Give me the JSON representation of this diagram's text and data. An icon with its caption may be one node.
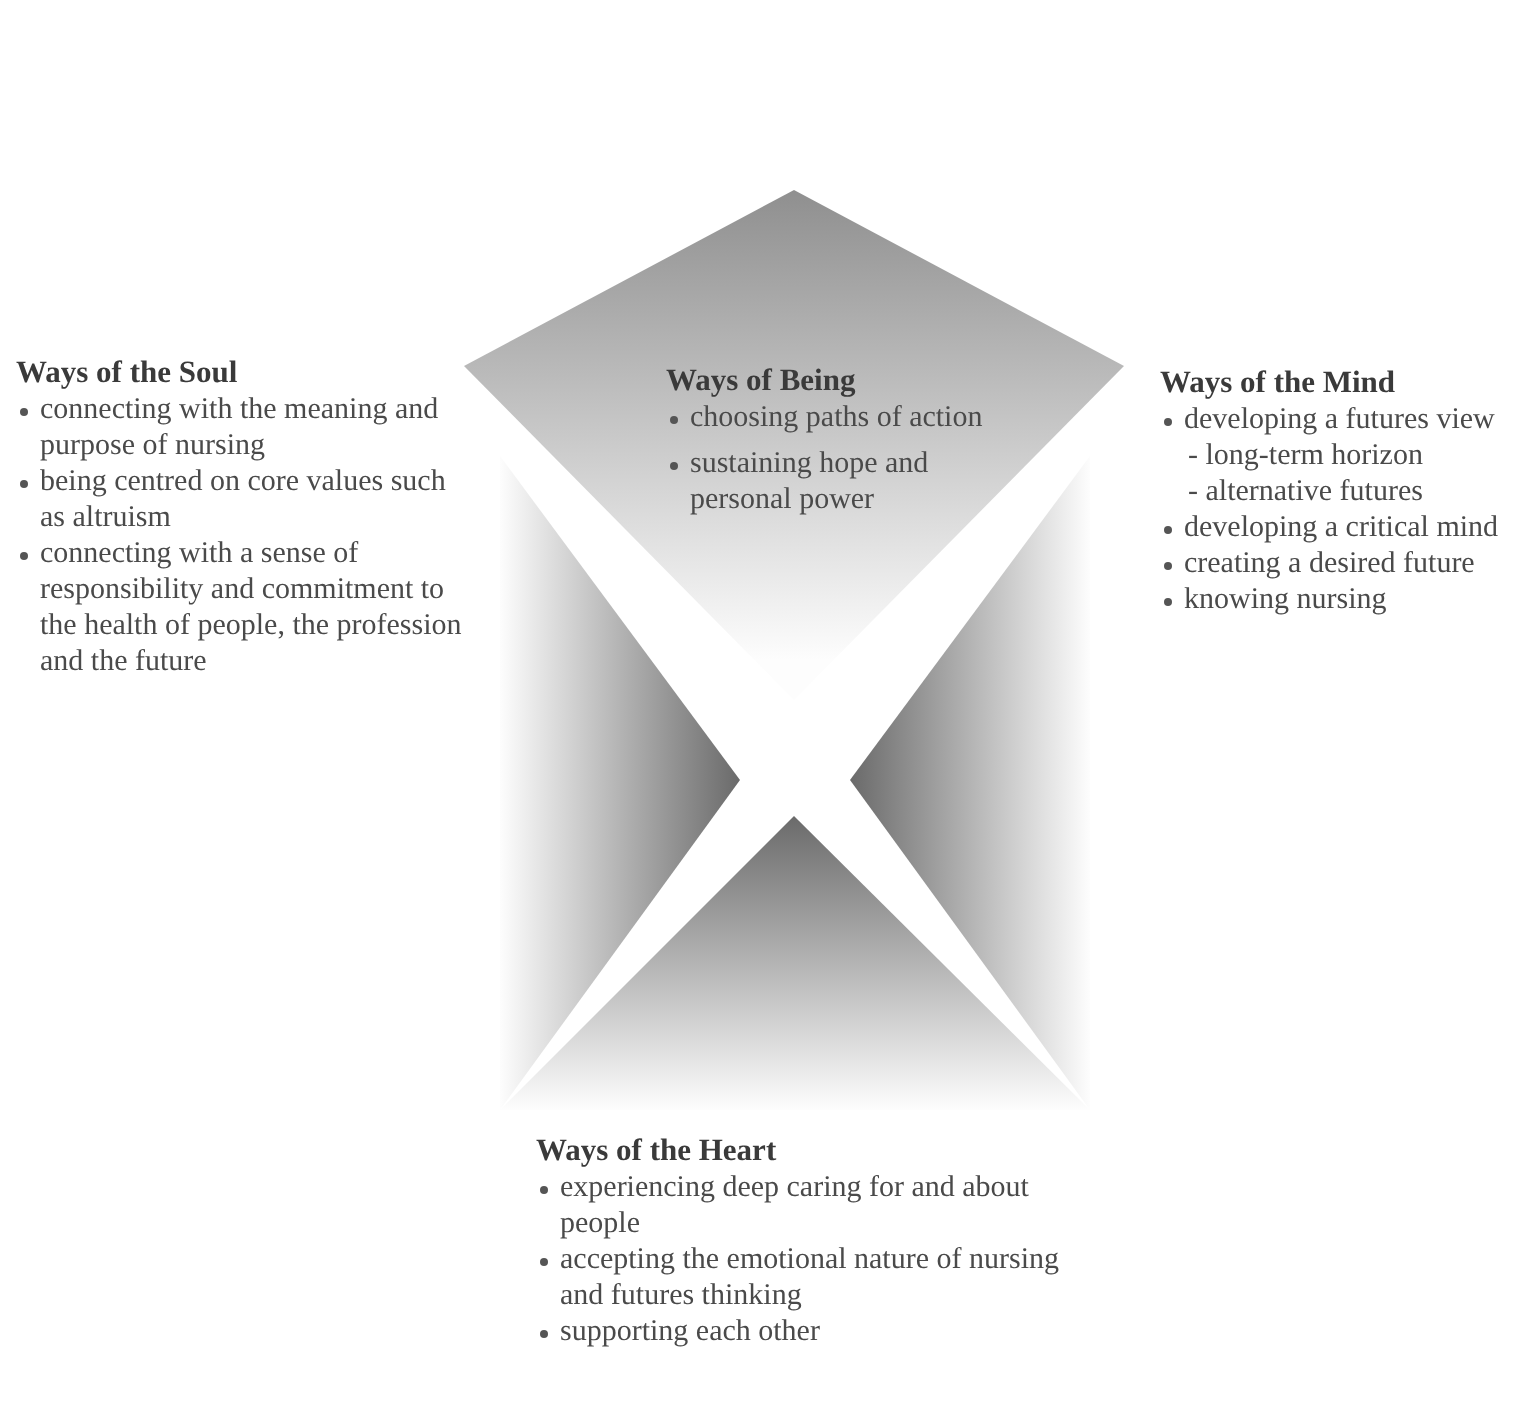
{
  "diagram": {
    "nodes": [
      {
        "text": [
          "Ways of Being",
          "choosing paths of action",
          "sustaining hope and personal power"
        ]
      },
      {
        "text": [
          "Ways of the Soul",
          "connecting with the meaning and purpose of nursing",
          "being centred on core values such as altruism",
          "connecting with a sense of responsibility and commitment to the health of people, the profession and the future"
        ]
      },
      {
        "text": [
          "Ways of the Mind",
          "developing a futures view",
          "- long-term horizon",
          "- alternative futures",
          "developing a critical mind",
          "creating a desired future",
          "knowing nursing"
        ]
      },
      {
        "text": [
          "Ways of the Heart",
          "experiencing deep caring for and about people",
          "accepting the emotional nature of nursing and futures thinking",
          "supporting each other"
        ]
      }
    ]
  }
}
